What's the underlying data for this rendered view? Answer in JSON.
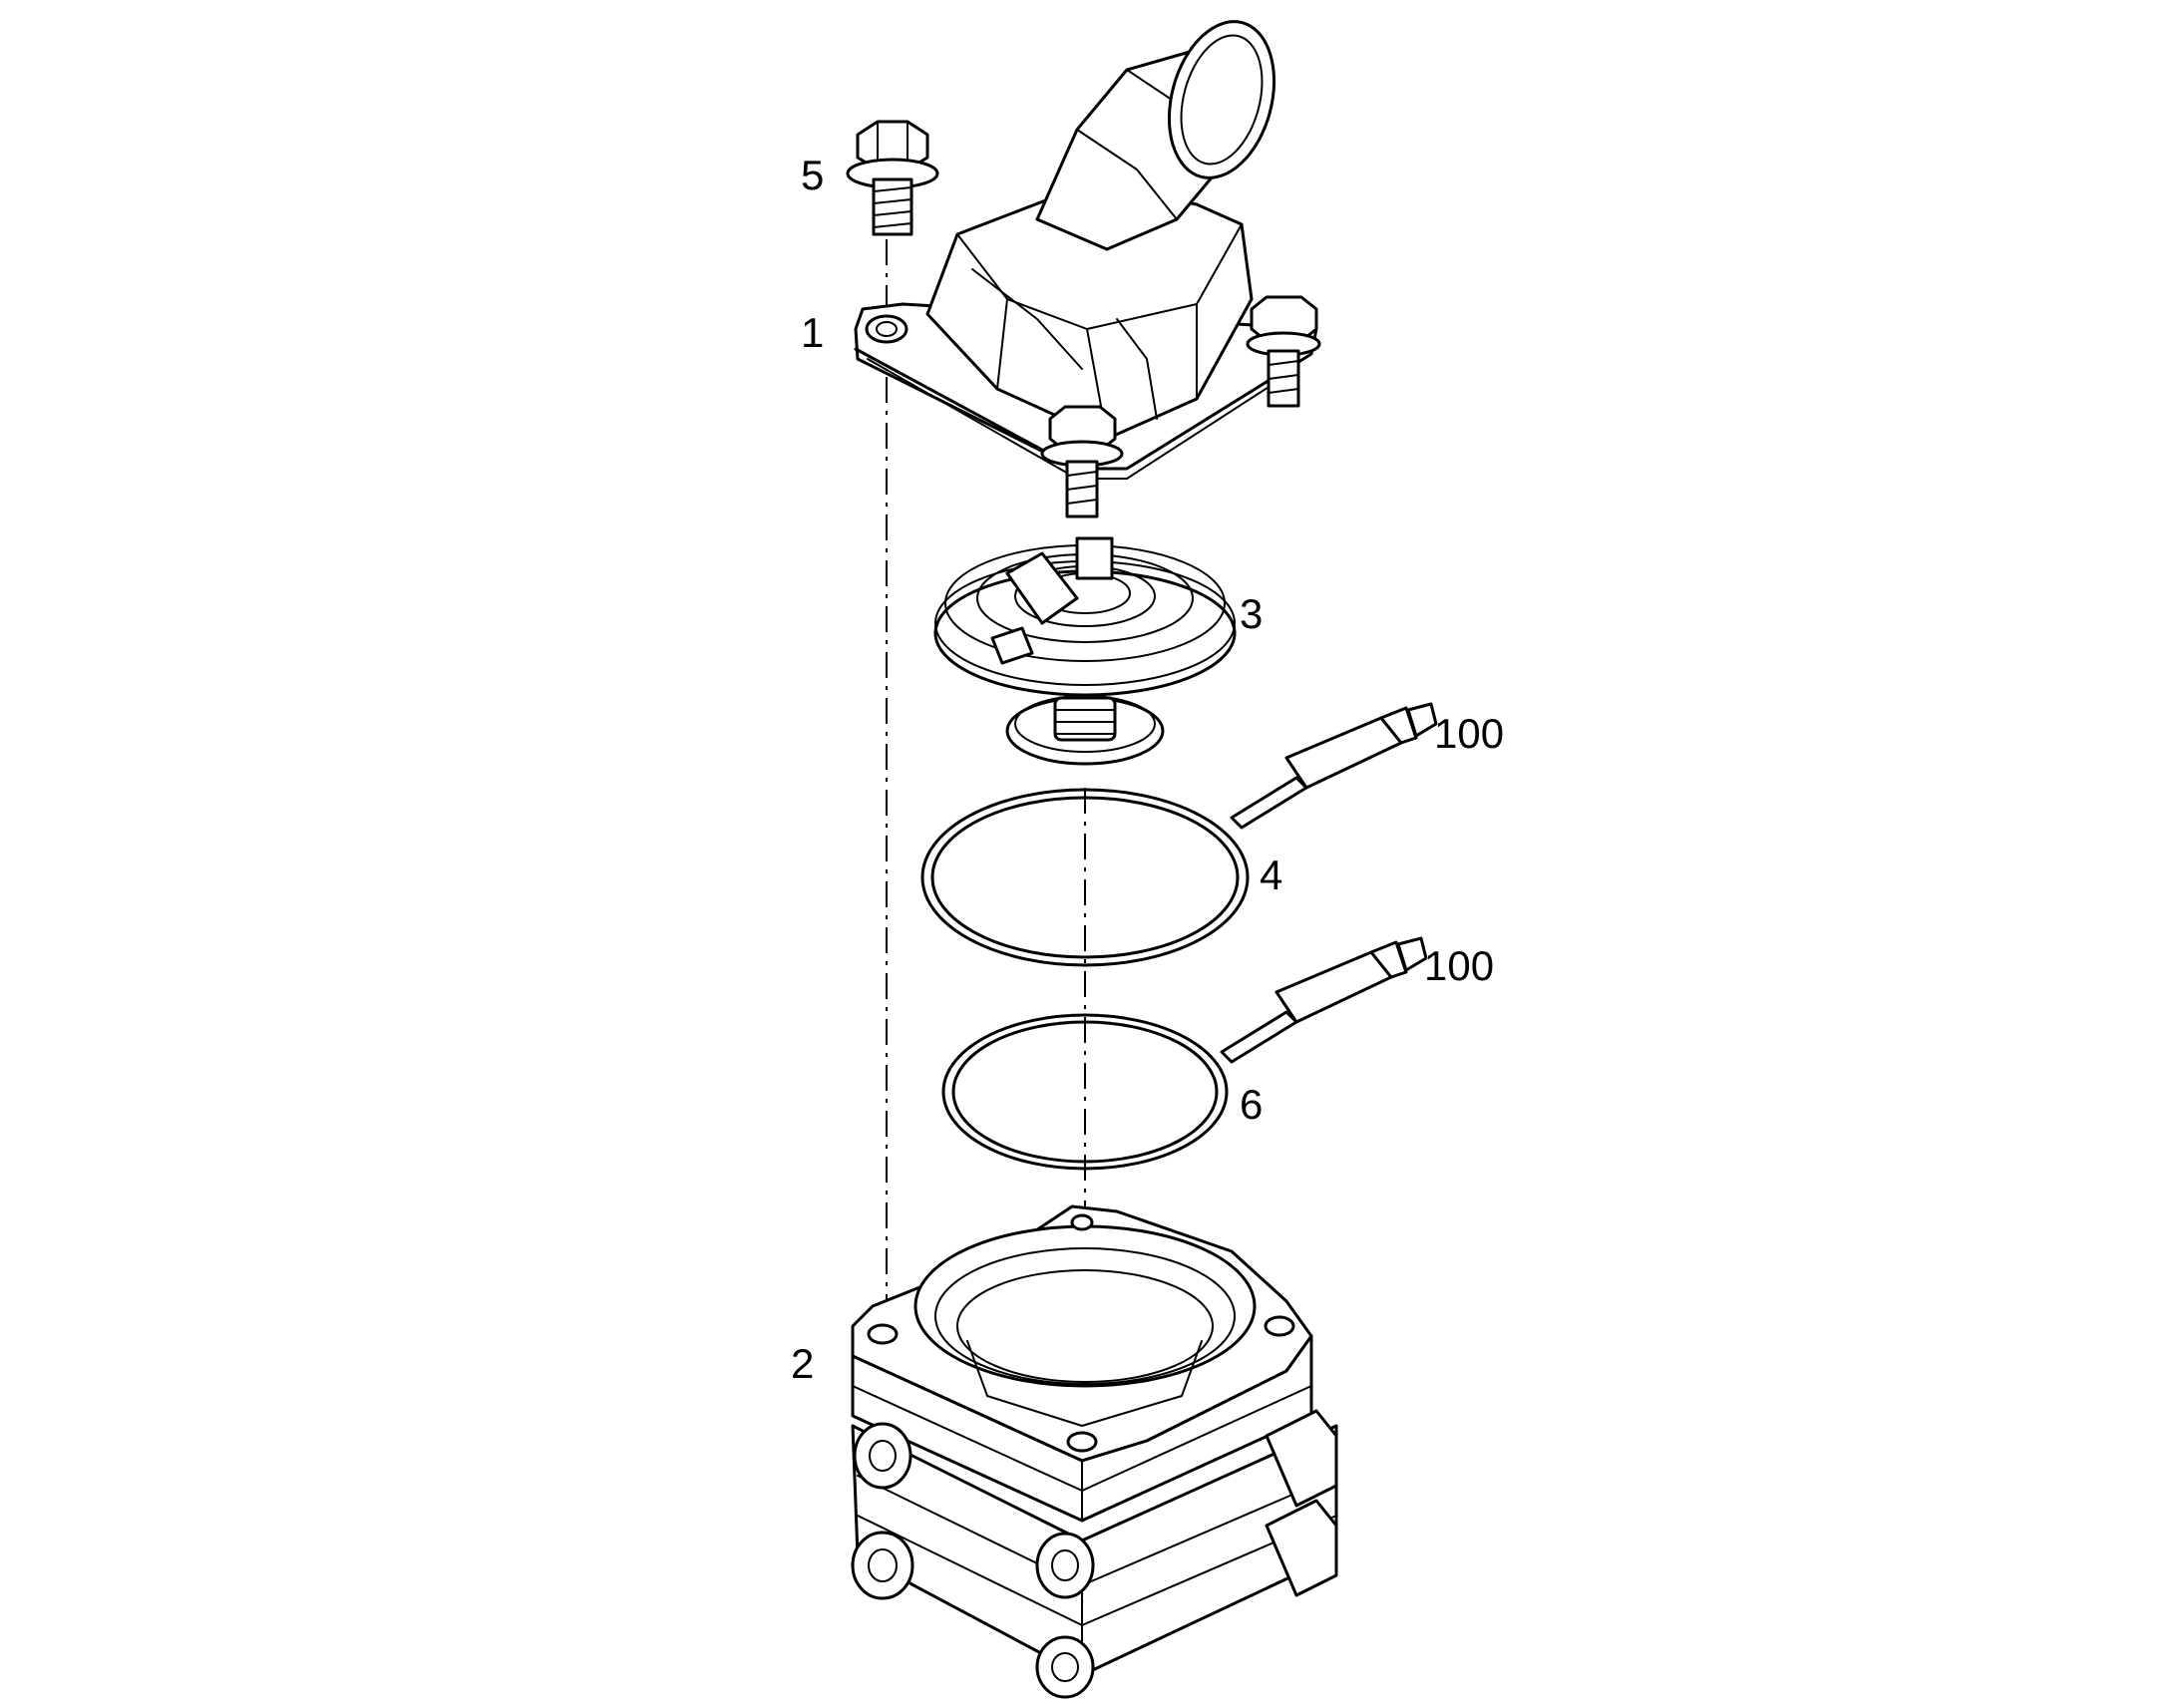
{
  "callouts": {
    "part_1": "1",
    "part_2": "2",
    "part_3": "3",
    "part_4": "4",
    "part_5": "5",
    "part_6": "6",
    "sealant_upper": "100",
    "sealant_lower": "100"
  },
  "colors": {
    "line": "#000000",
    "background": "#ffffff"
  }
}
